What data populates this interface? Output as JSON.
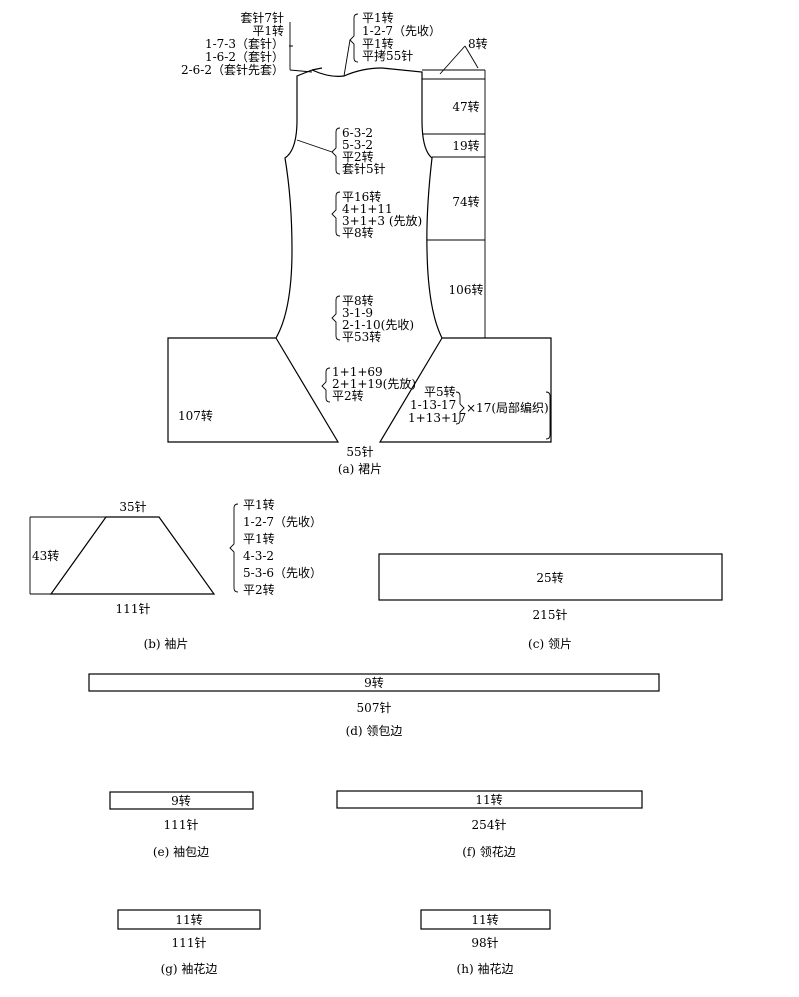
{
  "skirt": {
    "caption": "(a) 裙片",
    "neck_left_notes": [
      "套针7针",
      "平1转",
      "1-7-3（套针）",
      "1-6-2（套针）",
      "2-6-2（套针先套）"
    ],
    "neck_right_notes": [
      "平1转",
      "1-2-7（先收）",
      "平1转",
      "平拷55针"
    ],
    "top_rows": "8转",
    "armhole_notes": [
      "6-3-2",
      "5-3-2",
      "平2转",
      "套针5针"
    ],
    "waist_upper_notes": [
      "平16转",
      "4+1+11",
      "3+1+3 (先放)",
      "平8转"
    ],
    "waist_lower_notes": [
      "平8转",
      "3-1-9",
      "2-1-10(先收)",
      "平53转"
    ],
    "flare_notes": [
      "1+1+69",
      "2+1+19(先放)",
      "平2转"
    ],
    "short_row_notes": [
      "平5转",
      "1-13-17",
      "1+13+17"
    ],
    "short_row_multiplier": "×17(局部编织)",
    "side_rows": [
      "47转",
      "19转",
      "74转",
      "106转"
    ],
    "hem_rows": "107转",
    "bottom_stitches": "55针"
  },
  "sleeve": {
    "caption": "(b) 袖片",
    "top": "35针",
    "height": "43转",
    "bottom": "111针",
    "notes": [
      "平1转",
      "1-2-7（先收）",
      "平1转",
      "4-3-2",
      "5-3-6（先收）",
      "平2转"
    ]
  },
  "pieces": [
    {
      "rows": "25转",
      "stitches": "215针",
      "caption": "(c) 领片"
    },
    {
      "rows": "9转",
      "stitches": "507针",
      "caption": "(d) 领包边"
    },
    {
      "rows": "9转",
      "stitches": "111针",
      "caption": "(e) 袖包边"
    },
    {
      "rows": "11转",
      "stitches": "254针",
      "caption": "(f) 领花边"
    },
    {
      "rows": "11转",
      "stitches": "111针",
      "caption": "(g) 袖花边"
    },
    {
      "rows": "11转",
      "stitches": "98针",
      "caption": "(h) 袖花边"
    }
  ]
}
